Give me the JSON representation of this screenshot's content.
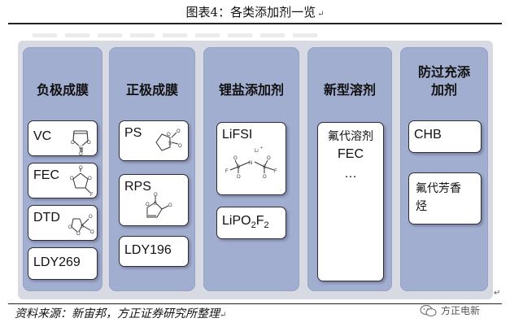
{
  "figure": {
    "title": "图表4：各类添加剂一览",
    "source": "资料来源：新宙邦，方正证券研究所整理"
  },
  "watermark": {
    "text": "方正电新",
    "icon": "wechat-icon"
  },
  "colors": {
    "panel_bg": "#d7d9e3",
    "column_bg": "#a2aed0",
    "card_border": "#2c2f3a"
  },
  "columns": [
    {
      "title": [
        "负极成膜"
      ],
      "items": [
        {
          "label": "VC",
          "structure": "vinylene-carbonate"
        },
        {
          "label": "FEC",
          "structure": "fluoroethylene-carbonate"
        },
        {
          "label": "DTD",
          "structure": "ethylene-sulfate"
        },
        {
          "label": "LDY269",
          "structure": ""
        }
      ]
    },
    {
      "title": [
        "正极成膜"
      ],
      "items": [
        {
          "label": "PS",
          "structure": "propane-sultone"
        },
        {
          "label": "RPS",
          "structure": "propene-sultone"
        },
        {
          "label": "LDY196",
          "structure": ""
        }
      ]
    },
    {
      "title": [
        "锂盐添加剂"
      ],
      "items": [
        {
          "label": "LiFSI",
          "structure": "lifsi"
        },
        {
          "label": "LiPO2F2",
          "structure": ""
        }
      ]
    },
    {
      "title": [
        "新型溶剂"
      ],
      "items": [
        {
          "lines": [
            "氟代溶剂",
            "FEC",
            "…"
          ]
        }
      ]
    },
    {
      "title": [
        "防过充添",
        "加剂"
      ],
      "items": [
        {
          "label": "CHB"
        },
        {
          "lines": [
            "氟代芳香",
            "烃"
          ]
        }
      ]
    }
  ],
  "structure_atoms": {
    "oxygen": "O",
    "fluorine": "F",
    "sulfur": "S",
    "nitrogen": "N",
    "lithium_cation": "Li",
    "plus": "+"
  },
  "lipo2f2": {
    "prefix": "LiPO",
    "sub1": "2",
    "mid": "F",
    "sub2": "2"
  }
}
